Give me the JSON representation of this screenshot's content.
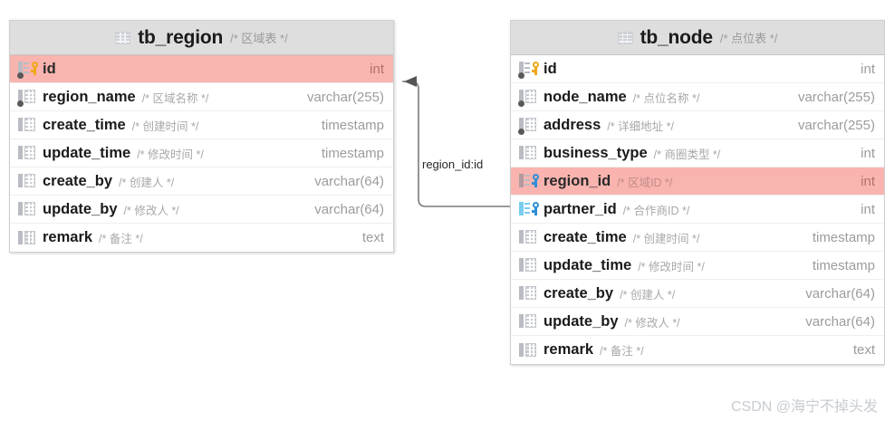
{
  "diagram": {
    "type": "er-diagram",
    "relationship": {
      "label": "region_id:id",
      "from_table": "tb_node",
      "from_column": "region_id",
      "to_table": "tb_region",
      "to_column": "id"
    },
    "watermark": "CSDN @海宁不掉头发",
    "colors": {
      "header_bg": "#dedede",
      "highlight_row": "#f9b4b0",
      "pk_key": "#f0a818",
      "fk_key": "#2f8fd6",
      "comment_text": "#a8a8a8",
      "type_text": "#9c9c9c",
      "border": "#cfcfcf"
    }
  },
  "tables": [
    {
      "name": "tb_region",
      "comment": "/* 区域表 */",
      "icon": "grid-icon",
      "columns": [
        {
          "name": "id",
          "comment": "",
          "type": "int",
          "icon": "primary-key-icon",
          "highlight": true,
          "notnull": true
        },
        {
          "name": "region_name",
          "comment": "/* 区域名称 */",
          "type": "varchar(255)",
          "icon": "column-icon",
          "highlight": false,
          "notnull": true
        },
        {
          "name": "create_time",
          "comment": "/* 创建时间 */",
          "type": "timestamp",
          "icon": "column-icon",
          "highlight": false,
          "notnull": false
        },
        {
          "name": "update_time",
          "comment": "/* 修改时间 */",
          "type": "timestamp",
          "icon": "column-icon",
          "highlight": false,
          "notnull": false
        },
        {
          "name": "create_by",
          "comment": "/* 创建人 */",
          "type": "varchar(64)",
          "icon": "column-icon",
          "highlight": false,
          "notnull": false
        },
        {
          "name": "update_by",
          "comment": "/* 修改人 */",
          "type": "varchar(64)",
          "icon": "column-icon",
          "highlight": false,
          "notnull": false
        },
        {
          "name": "remark",
          "comment": "/* 备注 */",
          "type": "text",
          "icon": "column-icon",
          "highlight": false,
          "notnull": false
        }
      ]
    },
    {
      "name": "tb_node",
      "comment": "/* 点位表 */",
      "icon": "grid-icon",
      "columns": [
        {
          "name": "id",
          "comment": "",
          "type": "int",
          "icon": "primary-key-icon",
          "highlight": false,
          "notnull": true
        },
        {
          "name": "node_name",
          "comment": "/* 点位名称 */",
          "type": "varchar(255)",
          "icon": "column-icon",
          "highlight": false,
          "notnull": true
        },
        {
          "name": "address",
          "comment": "/* 详细地址 */",
          "type": "varchar(255)",
          "icon": "column-icon",
          "highlight": false,
          "notnull": true
        },
        {
          "name": "business_type",
          "comment": "/* 商圈类型 */",
          "type": "int",
          "icon": "column-icon",
          "highlight": false,
          "notnull": false
        },
        {
          "name": "region_id",
          "comment": "/* 区域ID */",
          "type": "int",
          "icon": "foreign-key-icon",
          "highlight": true,
          "notnull": false
        },
        {
          "name": "partner_id",
          "comment": "/* 合作商ID */",
          "type": "int",
          "icon": "foreign-key-icon",
          "highlight": false,
          "notnull": false
        },
        {
          "name": "create_time",
          "comment": "/* 创建时间 */",
          "type": "timestamp",
          "icon": "column-icon",
          "highlight": false,
          "notnull": false
        },
        {
          "name": "update_time",
          "comment": "/* 修改时间 */",
          "type": "timestamp",
          "icon": "column-icon",
          "highlight": false,
          "notnull": false
        },
        {
          "name": "create_by",
          "comment": "/* 创建人 */",
          "type": "varchar(64)",
          "icon": "column-icon",
          "highlight": false,
          "notnull": false
        },
        {
          "name": "update_by",
          "comment": "/* 修改人 */",
          "type": "varchar(64)",
          "icon": "column-icon",
          "highlight": false,
          "notnull": false
        },
        {
          "name": "remark",
          "comment": "/* 备注 */",
          "type": "text",
          "icon": "column-icon",
          "highlight": false,
          "notnull": false
        }
      ]
    }
  ]
}
